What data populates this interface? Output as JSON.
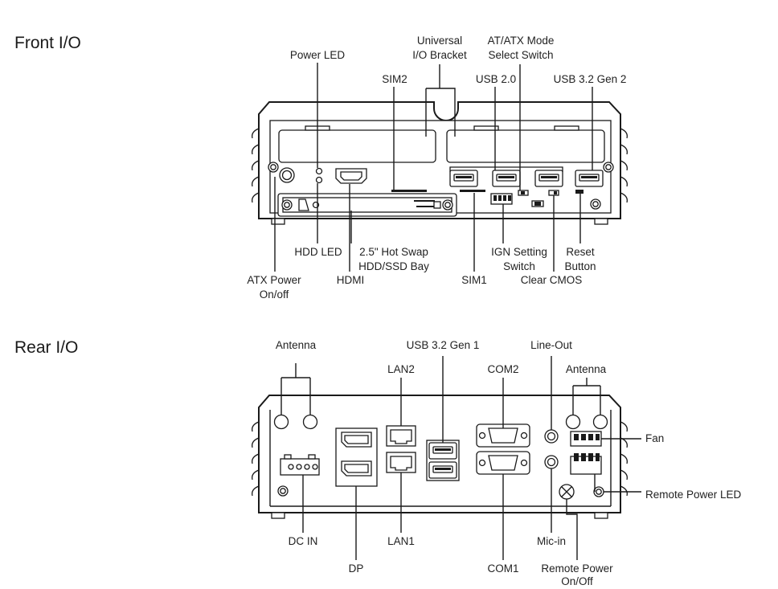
{
  "sections": {
    "front": "Front I/O",
    "rear": "Rear I/O"
  },
  "front_labels": {
    "power_led": "Power LED",
    "universal_1": "Universal",
    "universal_2": "I/O Bracket",
    "sim2": "SIM2",
    "atx_mode_1": "AT/ATX Mode",
    "atx_mode_2": "Select Switch",
    "usb20": "USB 2.0",
    "usb32gen2": "USB 3.2 Gen 2",
    "hdd_led": "HDD LED",
    "hotswap_1": "2.5\" Hot Swap",
    "hotswap_2": "HDD/SSD Bay",
    "hdmi": "HDMI",
    "atx_power_1": "ATX Power",
    "atx_power_2": "On/off",
    "sim1": "SIM1",
    "ign_1": "IGN Setting",
    "ign_2": "Switch",
    "clear_cmos": "Clear CMOS",
    "reset_1": "Reset",
    "reset_2": "Button"
  },
  "rear_labels": {
    "antenna_left": "Antenna",
    "usb32gen1": "USB 3.2 Gen 1",
    "lan2": "LAN2",
    "com2": "COM2",
    "line_out": "Line-Out",
    "antenna_right": "Antenna",
    "fan": "Fan",
    "remote_power_led": "Remote Power LED",
    "dc_in": "DC IN",
    "dp": "DP",
    "lan1": "LAN1",
    "com1": "COM1",
    "mic_in": "Mic-in",
    "remote_power_1": "Remote Power",
    "remote_power_2": "On/Off"
  },
  "icons": [
    "screw-icon",
    "usb-port-icon",
    "hdmi-port-icon",
    "rj45-port-icon",
    "db9-port-icon",
    "audio-jack-icon",
    "displayport-icon",
    "terminal-block-icon"
  ]
}
